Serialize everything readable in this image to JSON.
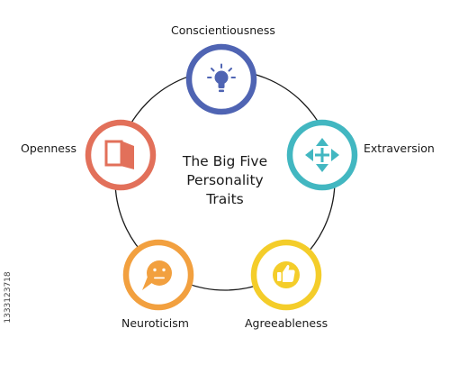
{
  "diagram": {
    "title_lines": [
      "The Big Five",
      "Personality",
      "Traits"
    ],
    "ring_color": "#1a1a1a",
    "traits": [
      {
        "label": "Conscientiousness",
        "color": "#4f64b3",
        "icon": "lightbulb-icon"
      },
      {
        "label": "Extraversion",
        "color": "#42b7c1",
        "icon": "four-arrows-icon"
      },
      {
        "label": "Agreeableness",
        "color": "#f4cd2a",
        "icon": "thumbs-up-icon"
      },
      {
        "label": "Neuroticism",
        "color": "#f2a03f",
        "icon": "neutral-speech-face-icon"
      },
      {
        "label": "Openness",
        "color": "#e2705a",
        "icon": "open-door-icon"
      }
    ]
  },
  "watermark": {
    "stock_id": "1333123718"
  }
}
